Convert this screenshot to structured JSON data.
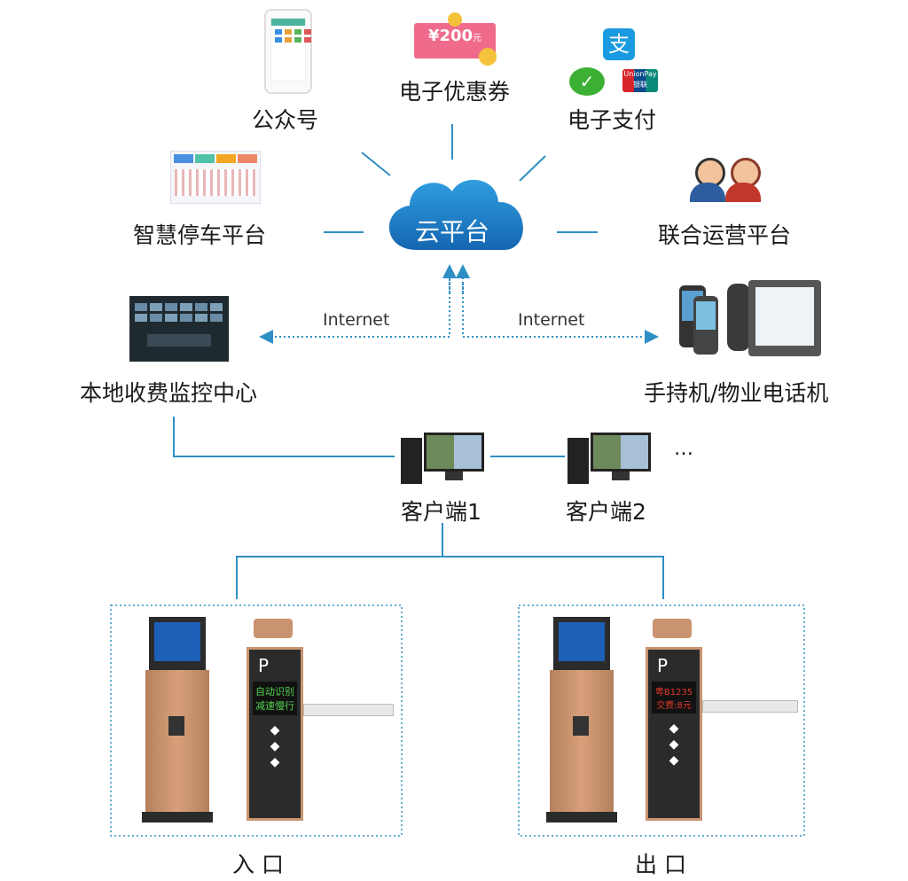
{
  "cloud": {
    "label": "云平台"
  },
  "nodes": {
    "wechat": {
      "label": "公众号"
    },
    "coupon": {
      "label": "电子优惠券",
      "coupon_amount": "¥200",
      "coupon_unit": "元"
    },
    "payment": {
      "label": "电子支付",
      "unionpay_text": "UnionPay",
      "unionpay_cn": "银联"
    },
    "smart_parking": {
      "label": "智慧停车平台"
    },
    "joint_ops": {
      "label": "联合运营平台"
    },
    "local_center": {
      "label": "本地收费监控中心"
    },
    "handheld": {
      "label": "手持机/物业电话机"
    },
    "client1": {
      "label": "客户端1"
    },
    "client2": {
      "label": "客户端2"
    },
    "more": {
      "label": "…"
    }
  },
  "links": {
    "left_internet": "Internet",
    "right_internet": "Internet"
  },
  "entrances": {
    "entry": {
      "label": "入 口",
      "led_line1": "自动识别",
      "led_line2": "减速慢行"
    },
    "exit": {
      "label": "出 口",
      "led_line1": "粤B1235",
      "led_line2": "交费:8元"
    }
  },
  "colors": {
    "accent": "#1a8ac9",
    "line": "#2e8fc4",
    "kiosk": "#c8926a",
    "dark": "#2b2b2b"
  }
}
